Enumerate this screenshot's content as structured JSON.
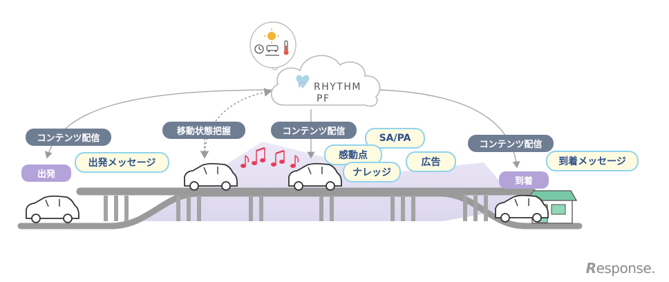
{
  "platform": {
    "line1": "RHYTHM",
    "line2": "PF"
  },
  "labels": {
    "distribution_1": "コンテンツ配信",
    "distribution_2": "コンテンツ配信",
    "distribution_3": "コンテンツ配信",
    "tracking": "移動状態把握",
    "departure": "出発",
    "arrival": "到着",
    "departure_message": "出発メッセージ",
    "arrival_message": "到着メッセージ",
    "sapa": "SA/PA",
    "emotion": "感動点",
    "knowledge": "ナレッジ",
    "ad": "広告"
  },
  "watermark": "esponse.",
  "icons": [
    "sun-icon",
    "clock-icon",
    "traffic-icon",
    "thermometer-icon",
    "music-notes-icon",
    "car-icon",
    "shop-icon"
  ],
  "colors": {
    "road": "#9a9a9a",
    "distribution_label": "#6f7d93",
    "status_label": "#b3a3d8",
    "content_border": "#8fd3ef",
    "content_fill": "#fffbe0",
    "notes": "#e63b5a",
    "shop": "#77c9a6"
  }
}
